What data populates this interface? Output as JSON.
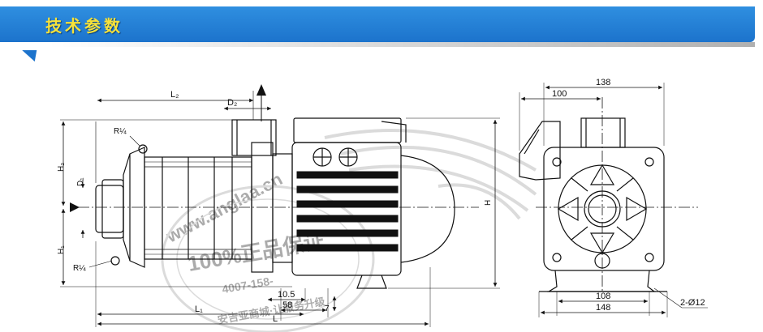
{
  "header": {
    "title": "技术参数"
  },
  "watermark": {
    "brand": "www.anglaa.cn",
    "stamp_main": "100%正品保证",
    "stamp_phone": "4007-158-",
    "stamp_bottom": "安吉亚商城·让服务升级"
  },
  "side_view": {
    "dims": {
      "L2": "L₂",
      "D2": "D₂",
      "R_top": "R¼",
      "R_bottom": "R¼",
      "H2": "H₂",
      "D1": "D₁",
      "H1": "H₁",
      "H": "H",
      "d10_5": "10.5",
      "d58": "58",
      "d7": "7",
      "L1": "L₁",
      "L": "L"
    }
  },
  "front_view": {
    "dims": {
      "w138": "138",
      "w100": "100",
      "w108": "108",
      "w148": "148",
      "holes": "2-Ø12"
    }
  },
  "colors": {
    "banner": "#1c73cc",
    "title": "#f7e23a",
    "line": "#111111"
  }
}
